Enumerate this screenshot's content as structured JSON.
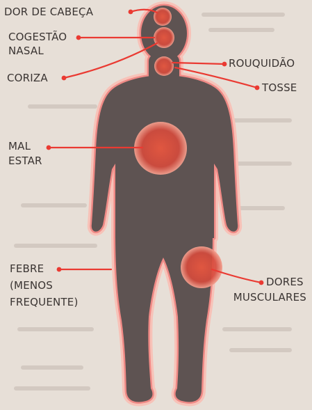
{
  "diagram": {
    "body_fill": "#5e5352",
    "outline_color": "#f08a86",
    "glow_color": "#f7c2b8",
    "accent": "#ea3a32",
    "background": "#e7dfd7"
  },
  "labels": {
    "headache": "DOR DE CABEÇA",
    "congestion_1": "COGESTÃO",
    "congestion_2": "NASAL",
    "runny_nose": "CORIZA",
    "hoarseness": "ROUQUIDÃO",
    "cough": "TOSSE",
    "malaise_1": "MAL",
    "malaise_2": "ESTAR",
    "fever_1": "FEBRE",
    "fever_2": "(MENOS",
    "fever_3": "FREQUENTE)",
    "muscle_pain_1": "DORES",
    "muscle_pain_2": "MUSCULARES"
  }
}
